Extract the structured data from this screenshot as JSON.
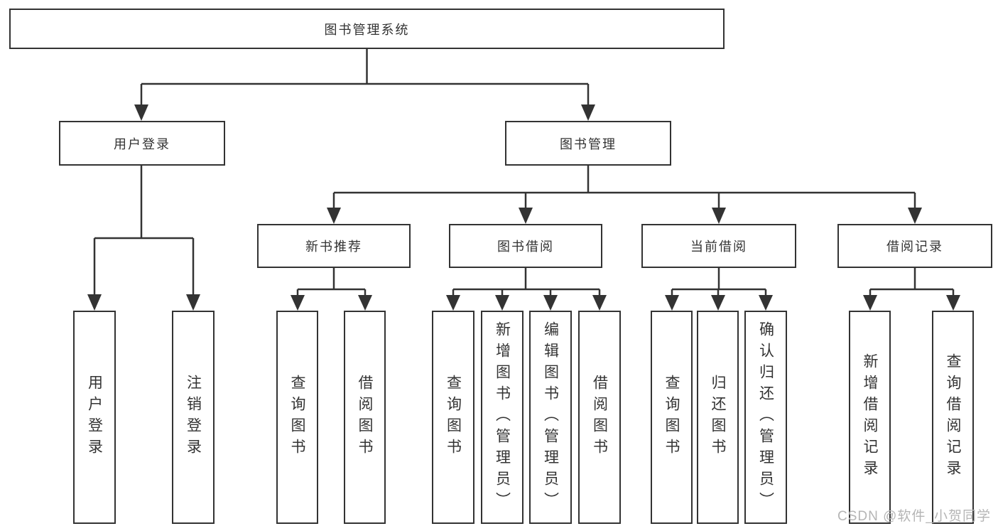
{
  "diagram": {
    "root_label": "图书管理系统",
    "level2": [
      {
        "label": "用户登录",
        "children": [
          "用户登录",
          "注销登录"
        ]
      },
      {
        "label": "图书管理",
        "groups": [
          {
            "label": "新书推荐",
            "children": [
              "查询图书",
              "借阅图书"
            ]
          },
          {
            "label": "图书借阅",
            "children": [
              "查询图书",
              "新增图书（管理员）",
              "编辑图书（管理员）",
              "借阅图书"
            ]
          },
          {
            "label": "当前借阅",
            "children": [
              "查询图书",
              "归还图书",
              "确认归还（管理员）"
            ]
          },
          {
            "label": "借阅记录",
            "children": [
              "新增借阅记录",
              "查询借阅记录"
            ]
          }
        ]
      }
    ]
  },
  "watermark": "CSDN @软件_小贺同学",
  "colors": {
    "line": "#333333",
    "box_border": "#333333",
    "box_fill": "#ffffff",
    "text": "#333333",
    "background": "#ffffff",
    "watermark": "#b5b5b5"
  }
}
